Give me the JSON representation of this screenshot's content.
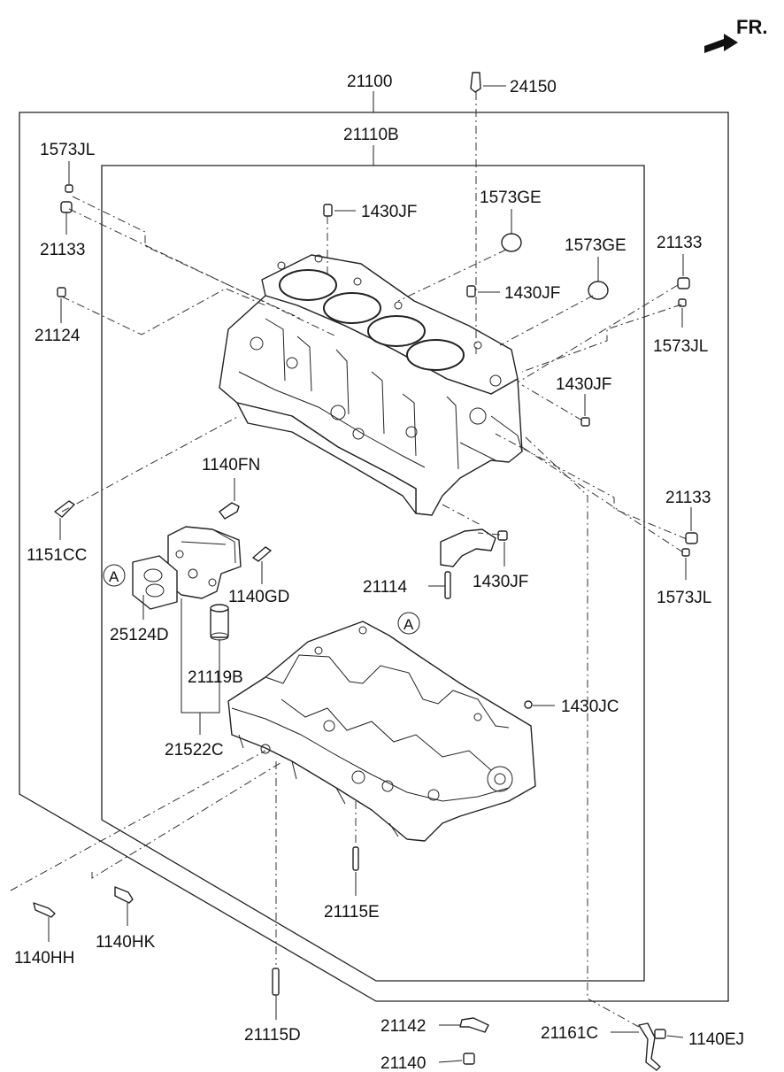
{
  "direction": {
    "label": "FR."
  },
  "assembly": {
    "outer": "21100",
    "inner": "21110B"
  },
  "callouts": [
    {
      "id": "24150",
      "text": "24150"
    },
    {
      "id": "1573jl-tl",
      "text": "1573JL"
    },
    {
      "id": "21133-tl",
      "text": "21133"
    },
    {
      "id": "1430jf-top",
      "text": "1430JF"
    },
    {
      "id": "1573ge-1",
      "text": "1573GE"
    },
    {
      "id": "1573ge-2",
      "text": "1573GE"
    },
    {
      "id": "21133-tr",
      "text": "21133"
    },
    {
      "id": "1430jf-mid",
      "text": "1430JF"
    },
    {
      "id": "1573jl-r",
      "text": "1573JL"
    },
    {
      "id": "21124",
      "text": "21124"
    },
    {
      "id": "1430jf-right",
      "text": "1430JF"
    },
    {
      "id": "1140fn",
      "text": "1140FN"
    },
    {
      "id": "21133-r",
      "text": "21133"
    },
    {
      "id": "1151cc",
      "text": "1151CC"
    },
    {
      "id": "1140gd",
      "text": "1140GD"
    },
    {
      "id": "1430jf-low",
      "text": "1430JF"
    },
    {
      "id": "21114",
      "text": "21114"
    },
    {
      "id": "1573jl-br",
      "text": "1573JL"
    },
    {
      "id": "25124d",
      "text": "25124D"
    },
    {
      "id": "21119b",
      "text": "21119B"
    },
    {
      "id": "1430jc",
      "text": "1430JC"
    },
    {
      "id": "21522c",
      "text": "21522C"
    },
    {
      "id": "21115e",
      "text": "21115E"
    },
    {
      "id": "1140hh",
      "text": "1140HH"
    },
    {
      "id": "1140hk",
      "text": "1140HK"
    },
    {
      "id": "21115d",
      "text": "21115D"
    },
    {
      "id": "21142",
      "text": "21142"
    },
    {
      "id": "21161c",
      "text": "21161C"
    },
    {
      "id": "1140ej",
      "text": "1140EJ"
    },
    {
      "id": "21140",
      "text": "21140"
    }
  ],
  "markers": {
    "a1": "A",
    "a2": "A"
  }
}
